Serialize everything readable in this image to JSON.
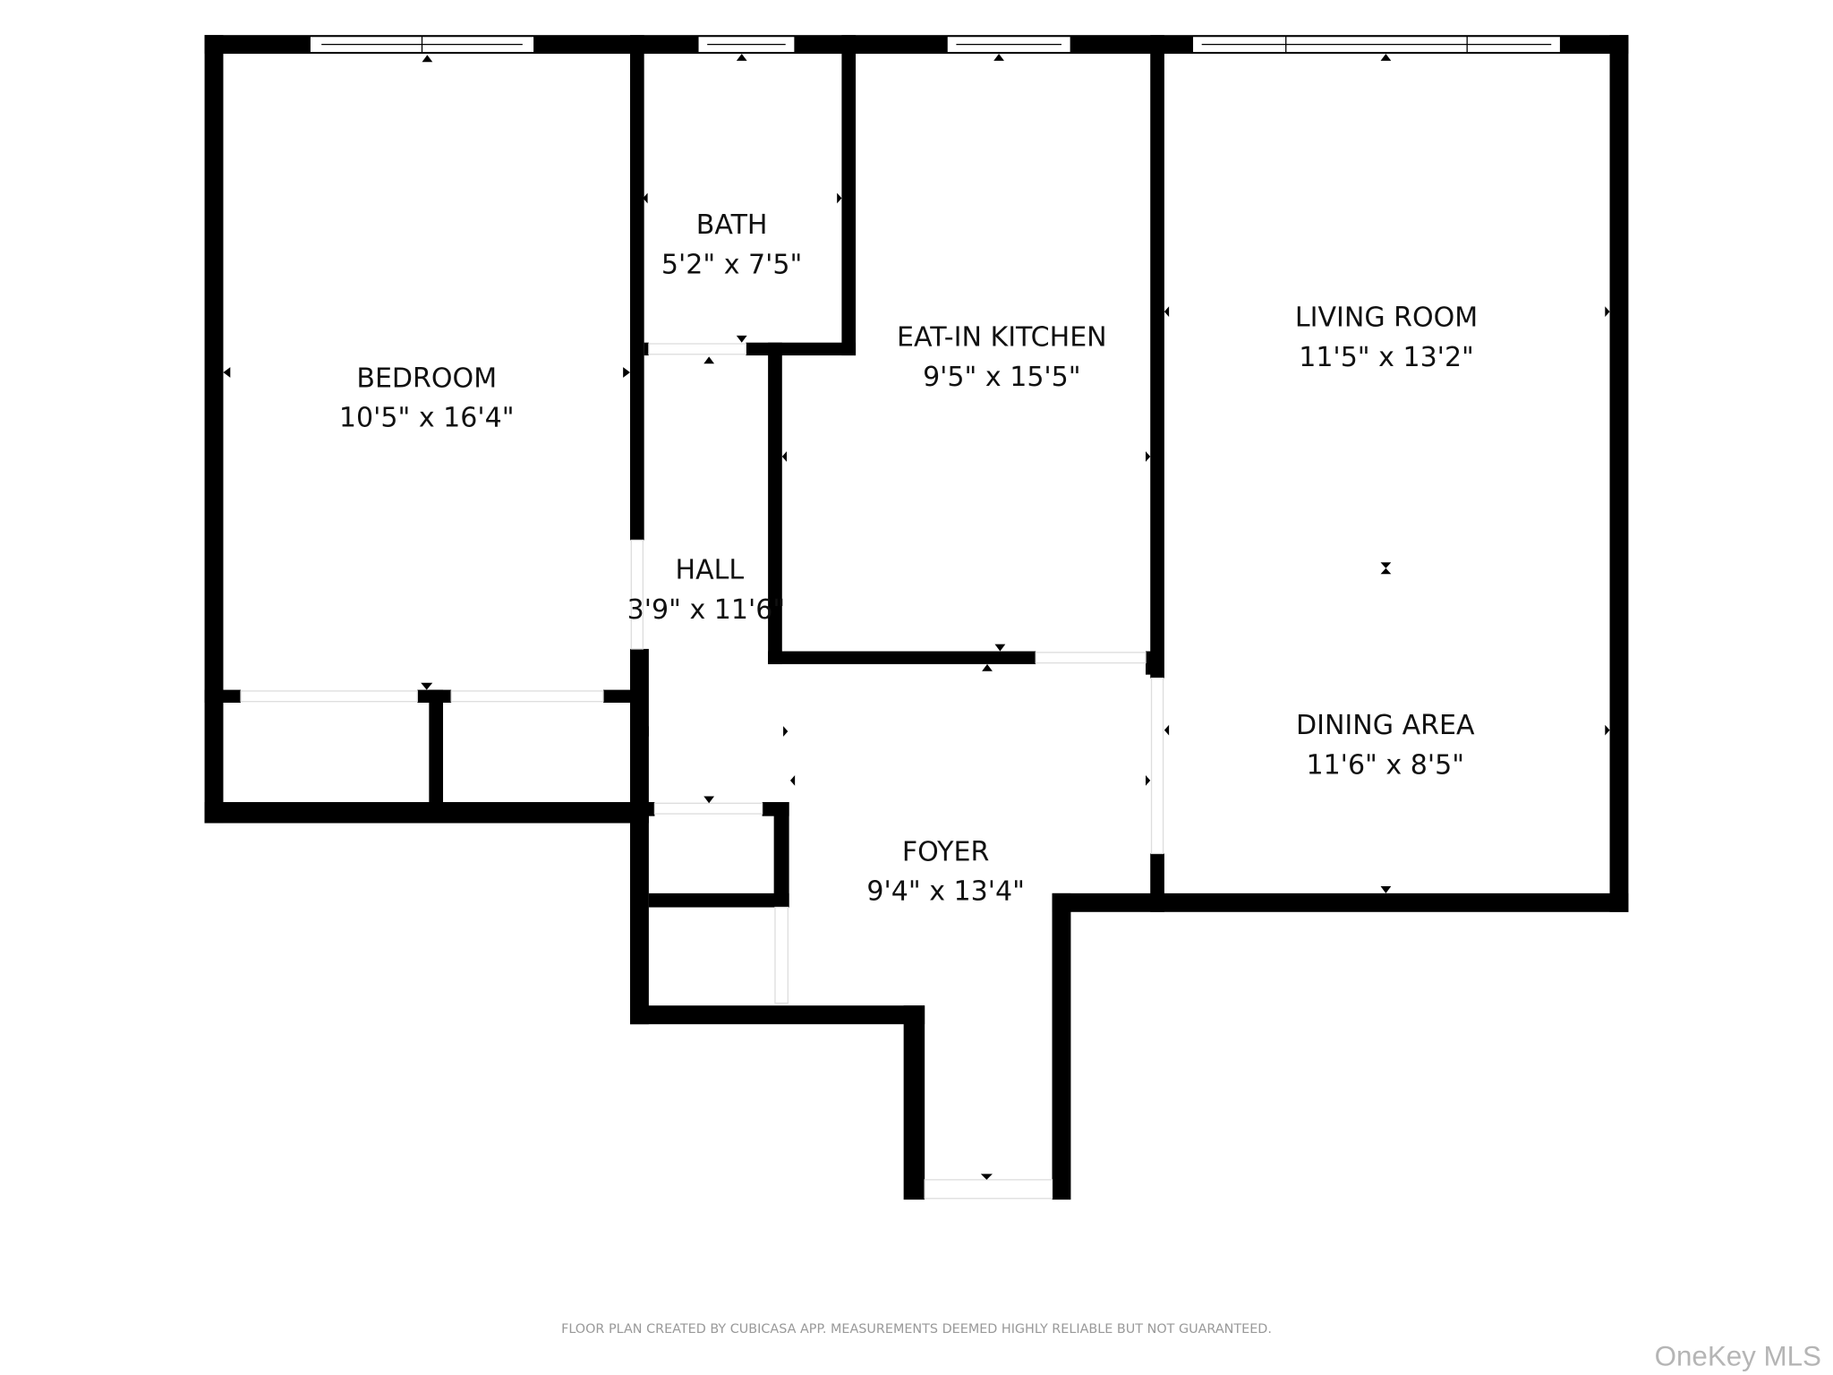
{
  "rooms": [
    {
      "name": "BEDROOM",
      "size": "10'5\" x 16'4\""
    },
    {
      "name": "BATH",
      "size": "5'2\" x 7'5\""
    },
    {
      "name": "EAT-IN KITCHEN",
      "size": "9'5\" x 15'5\""
    },
    {
      "name": "LIVING ROOM",
      "size": "11'5\" x 13'2\""
    },
    {
      "name": "HALL",
      "size": "3'9\" x 11'6\""
    },
    {
      "name": "DINING AREA",
      "size": "11'6\" x 8'5\""
    },
    {
      "name": "FOYER",
      "size": "9'4\" x 13'4\""
    }
  ],
  "footer": {
    "disclaimer": "FLOOR PLAN CREATED BY CUBICASA APP. MEASUREMENTS DEEMED HIGHLY RELIABLE BUT NOT GUARANTEED."
  },
  "watermark": {
    "text": "OneKey MLS"
  },
  "colors": {
    "wall": "#000000",
    "background": "#ffffff",
    "disclaimer": "#999999",
    "watermark": "#b5b5b5"
  }
}
